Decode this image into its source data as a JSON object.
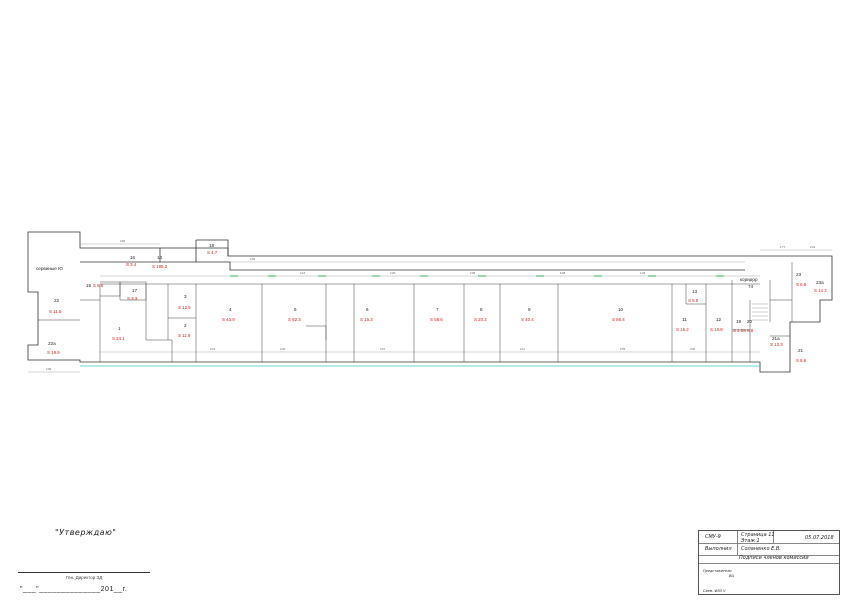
{
  "plan": {
    "left_note": "сервиные Ю",
    "rooms": [
      {
        "id": "r1",
        "label": "1",
        "area": "S 34.1"
      },
      {
        "id": "r2",
        "label": "2",
        "area": "S 11.9"
      },
      {
        "id": "r3",
        "label": "3",
        "area": "S 12.5"
      },
      {
        "id": "r4",
        "label": "4",
        "area": "S 43.9"
      },
      {
        "id": "r5",
        "label": "5",
        "area": "S 62.3"
      },
      {
        "id": "r6",
        "label": "6",
        "area": "S 15.3"
      },
      {
        "id": "r7",
        "label": "7",
        "area": "S 58.6"
      },
      {
        "id": "r8",
        "label": "8",
        "area": "S 20.2"
      },
      {
        "id": "r9",
        "label": "9",
        "area": "S 40.4"
      },
      {
        "id": "r10",
        "label": "10",
        "area": "S 86.4"
      },
      {
        "id": "r11",
        "label": "11",
        "area": "S 16.2"
      },
      {
        "id": "r12",
        "label": "12",
        "area": "S 16.8"
      },
      {
        "id": "r13",
        "label": "13",
        "area": "S 5.5"
      },
      {
        "id": "r14",
        "label": "14",
        "area": "S 195.2"
      },
      {
        "id": "r15",
        "label": "15",
        "area": "S 6.6"
      },
      {
        "id": "r16",
        "label": "16",
        "area": "S 3.4"
      },
      {
        "id": "r17",
        "label": "17",
        "area": "S 3.3"
      },
      {
        "id": "r18",
        "label": "18",
        "area": "S 4.7"
      },
      {
        "id": "r19",
        "label": "19",
        "area": "S 2.0"
      },
      {
        "id": "r20",
        "label": "20",
        "area": "S 8.8"
      },
      {
        "id": "r21",
        "label": "21",
        "area": "S 8.6"
      },
      {
        "id": "r21a",
        "label": "21a",
        "area": "S 13.3"
      },
      {
        "id": "r22",
        "label": "22",
        "area": "S 11.5"
      },
      {
        "id": "r22a",
        "label": "22a",
        "area": "S 19.9"
      },
      {
        "id": "r23",
        "label": "23",
        "area": "S 6.8"
      },
      {
        "id": "r23a",
        "label": "23a",
        "area": "S 14.2"
      }
    ],
    "corridor": {
      "label": "коридор",
      "num": "74"
    },
    "dims": [
      "3.82",
      "2.96",
      "4.16",
      "4.20",
      "2.98",
      "6.08",
      "1.93",
      "4.19",
      "3.44",
      "2.57",
      "4.11",
      "2.55",
      "3.00",
      "4.09",
      "1.77",
      "2.01"
    ]
  },
  "approval": {
    "title": "\"Утверждаю\"",
    "caption": "Ген. Директор ЗД",
    "date_line": "\"___\"______________201__г."
  },
  "stamp": {
    "org": "СМУ-9",
    "page": "Страница 11",
    "floor": "Этаж 1",
    "date": "05.07.2018",
    "executor_label": "Выполнил",
    "executor": "Соланенко Е.В.",
    "subject": "Подписи членов комиссии",
    "rep_label": "Представители",
    "rep_sub": "ВЦ",
    "footer": "Схем. ФЗЗ V"
  }
}
